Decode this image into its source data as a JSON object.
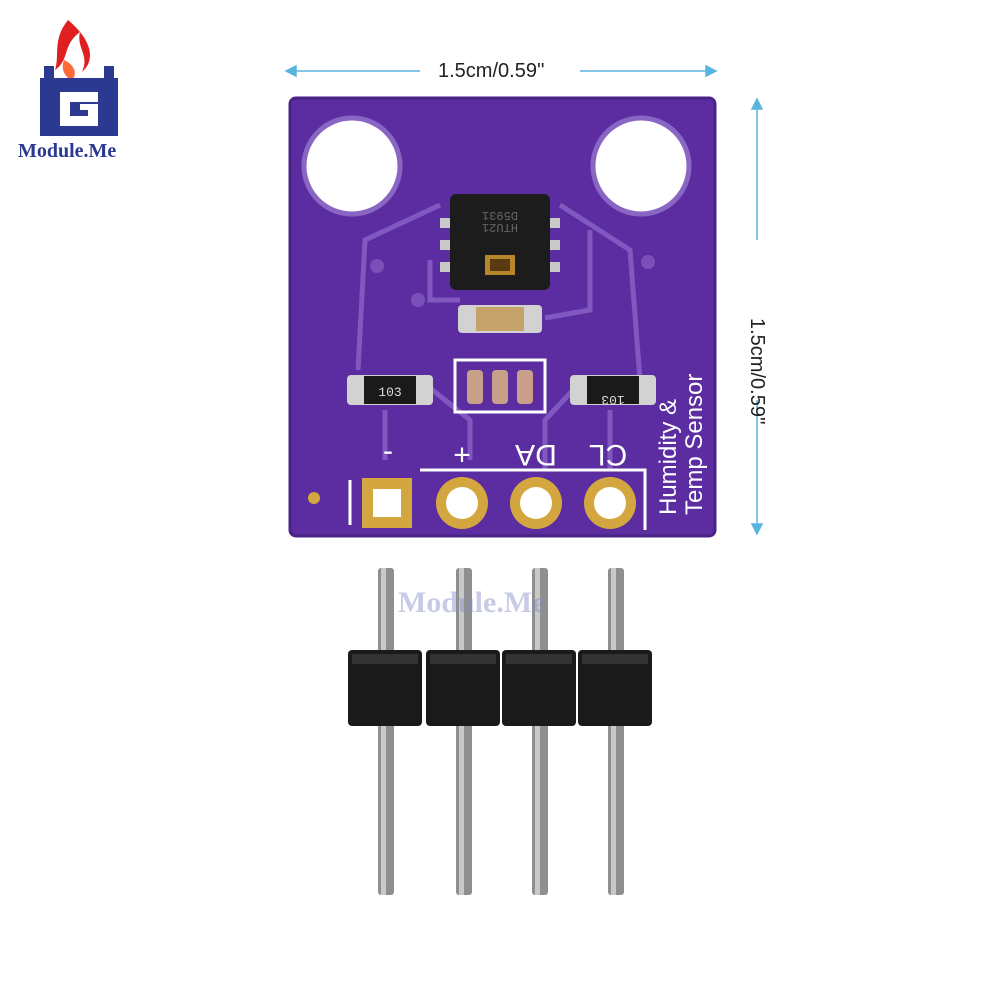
{
  "brand": {
    "name": "Module.Me"
  },
  "dimensions": {
    "width": "1.5cm/0.59''",
    "height": "1.5cm/0.59''"
  },
  "board": {
    "title_line1": "Humidity &",
    "title_line2": "Temp Sensor",
    "chip_marking_1": "HTU21",
    "chip_marking_2": "D5931",
    "resistor_left": "103",
    "resistor_right": "103",
    "pin_labels": [
      "-",
      "+",
      "DA",
      "CL"
    ],
    "board_color": "#5b2da0"
  },
  "watermark": "Module.Me"
}
